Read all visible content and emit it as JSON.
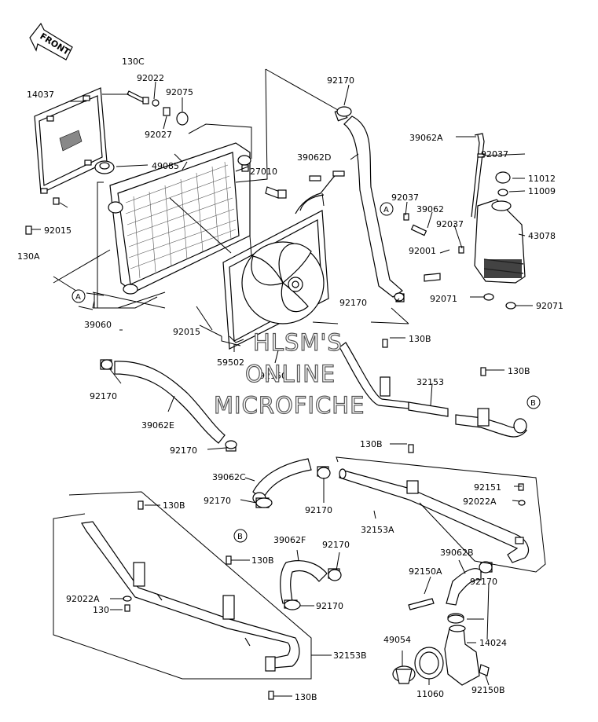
{
  "front_label": "FRONT",
  "watermark": [
    "HLSM'S",
    "ONLINE",
    "MICROFICHE"
  ],
  "callouts": [
    "A",
    "A",
    "B",
    "B"
  ],
  "parts": [
    "130C",
    "92022",
    "92075",
    "14037",
    "92027",
    "49085",
    "27010",
    "92015",
    "130A",
    "39060",
    "92015",
    "59502",
    "92150",
    "92170",
    "39062D",
    "39062A",
    "92037",
    "11012",
    "11009",
    "92037",
    "39062",
    "92037",
    "43078",
    "92001",
    "92170",
    "92071",
    "92071",
    "130B",
    "130B",
    "32153",
    "92170",
    "39062E",
    "92170",
    "130B",
    "39062C",
    "92170",
    "92170",
    "92151",
    "92022A",
    "32153A",
    "130B",
    "39062F",
    "92170",
    "130B",
    "39062B",
    "92150A",
    "92170",
    "92170",
    "92022A",
    "130",
    "49054",
    "14024",
    "32153B",
    "11060",
    "92150B",
    "130B"
  ]
}
